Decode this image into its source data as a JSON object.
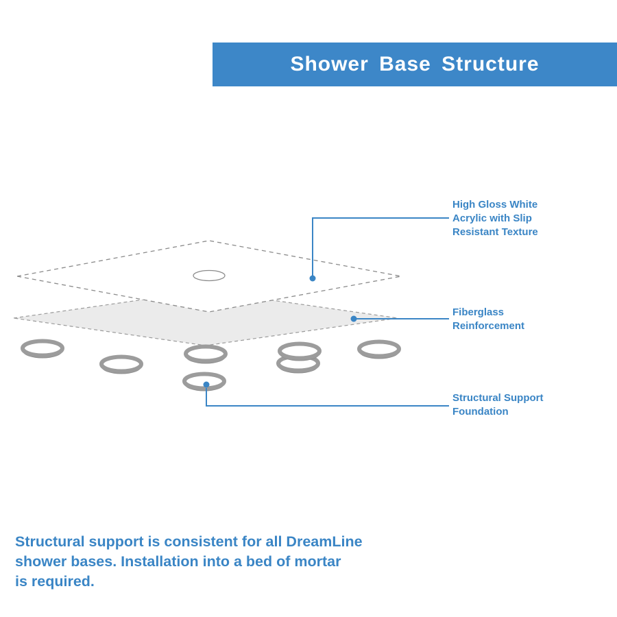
{
  "header": {
    "title": "Shower Base Structure"
  },
  "callouts": [
    {
      "id": "acrylic-top",
      "label": "High Gloss White\nAcrylic with Slip\nResistant Texture"
    },
    {
      "id": "fiberglass",
      "label": "Fiberglass\nReinforcement"
    },
    {
      "id": "support-foundation",
      "label": "Structural Support\nFoundation"
    }
  ],
  "footer": {
    "text": "Structural support is consistent for all DreamLine\nshower bases. Installation into a bed of mortar\nis required."
  },
  "colors": {
    "accent_blue": "#3d87c8",
    "label_blue": "#3a85c5",
    "layer_fill": "#ebebeb",
    "sketch_gray": "#8f8f8f",
    "ring_gray": "#9c9c9c"
  }
}
